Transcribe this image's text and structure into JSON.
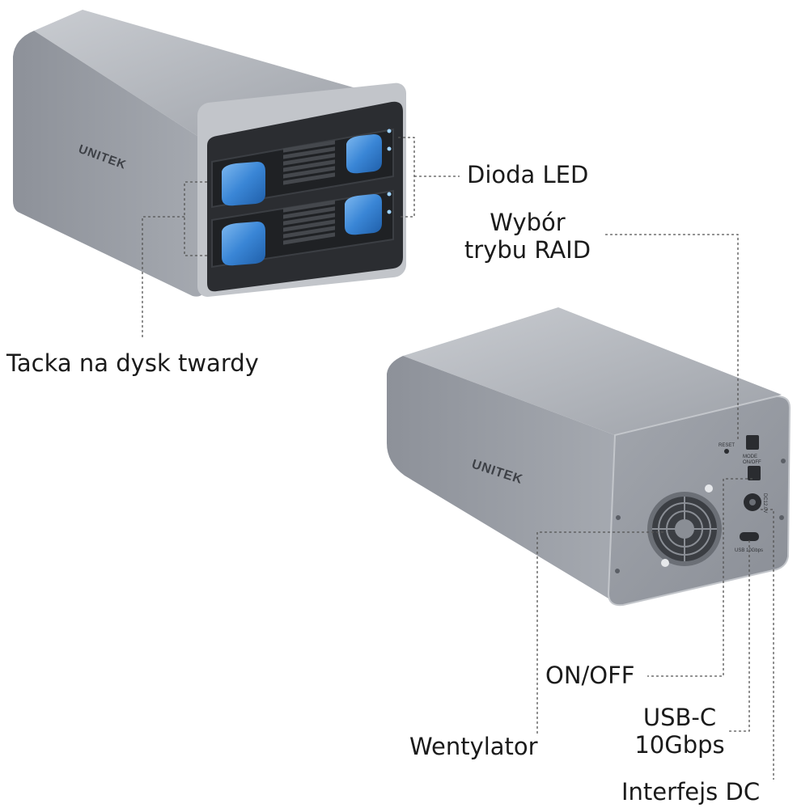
{
  "brand": "UNITEK",
  "callouts": {
    "led": "Dioda LED",
    "raid_line1": "Wybór",
    "raid_line2": "trybu RAID",
    "tray": "Tacka na dysk twardy",
    "onoff": "ON/OFF",
    "usbc_line1": "USB-C",
    "usbc_line2": "10Gbps",
    "fan": "Wentylator",
    "dc": "Interfejs DC"
  },
  "rear_panel": {
    "reset": "RESET",
    "mode": "MODE",
    "onoff": "ON/OFF",
    "dc": "DC12.0V",
    "usb": "USB 10Gbps"
  },
  "colors": {
    "aluminum": "#9ea3ab",
    "front_panel": "#2b2d31",
    "tray_blue": "#3a86d6",
    "callout_line": "#555555"
  }
}
